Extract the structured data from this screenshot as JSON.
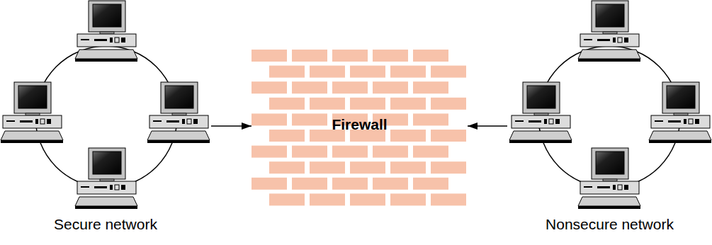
{
  "diagram": {
    "nodes": [
      {
        "text": [
          "Secure network"
        ]
      },
      {
        "text": [
          "Firewall"
        ]
      },
      {
        "text": [
          "Nonsecure network"
        ]
      }
    ],
    "edges": [
      {
        "from": 0,
        "to": 1,
        "arrow": "to"
      },
      {
        "from": 2,
        "to": 1,
        "arrow": "to"
      }
    ]
  }
}
